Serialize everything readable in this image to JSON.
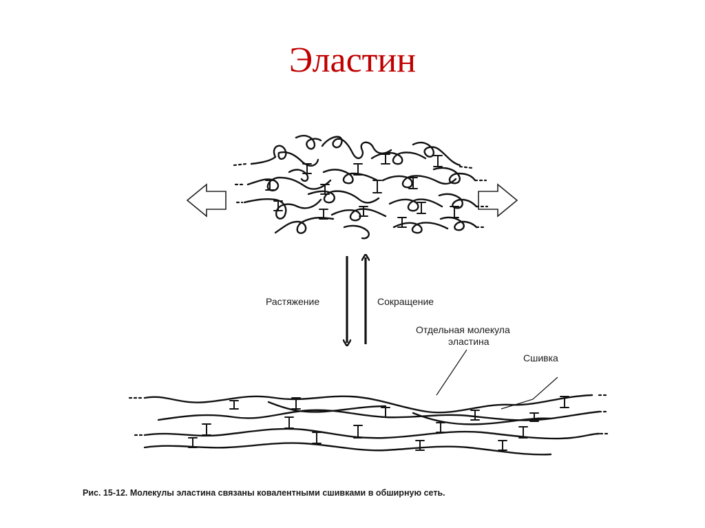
{
  "slide": {
    "title": "Эластин"
  },
  "diagram": {
    "stretch_label": "Растяжение",
    "contract_label": "Сокращение",
    "molecule_label_line1": "Отдельная молекула",
    "molecule_label_line2": "эластина",
    "crosslink_label": "Сшивка",
    "caption": "Рис. 15-12. Молекулы эластина связаны ковалентными сшивками в обширную сеть."
  },
  "colors": {
    "title": "#c00000",
    "ink": "#111111"
  }
}
